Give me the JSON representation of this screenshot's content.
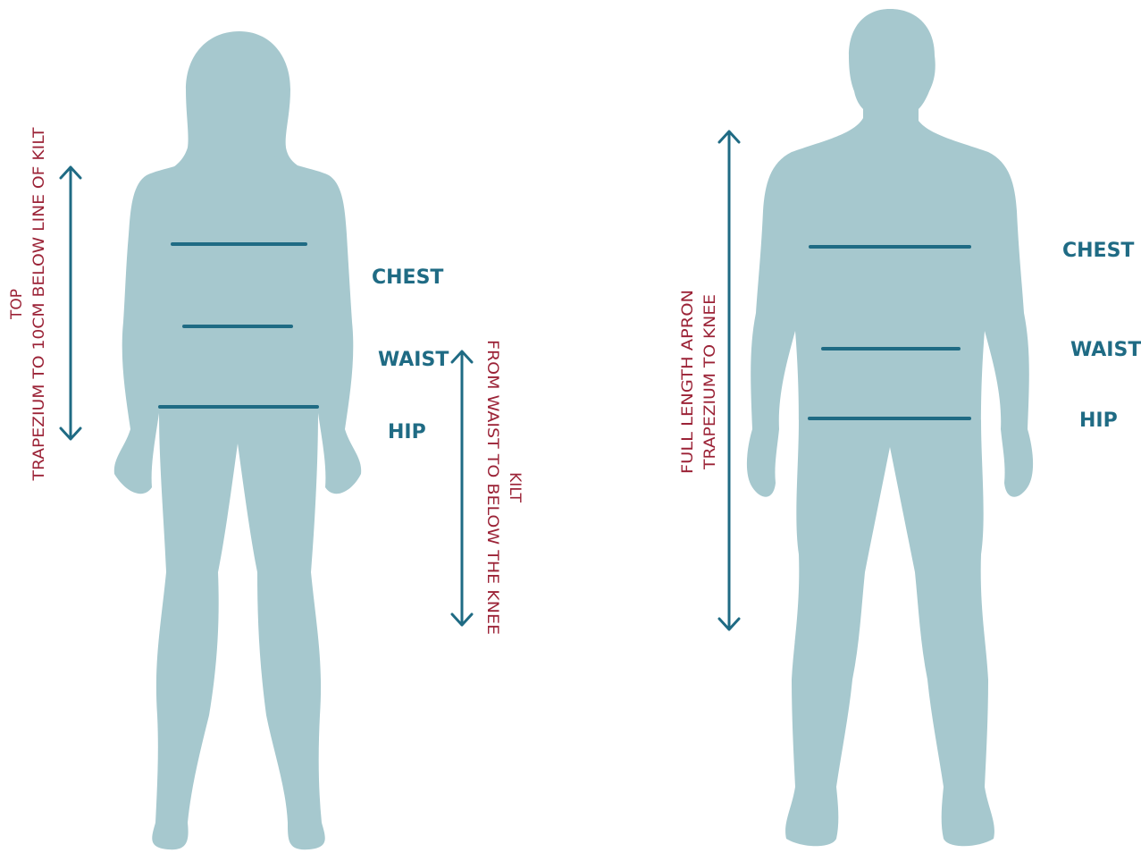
{
  "colors": {
    "silhouette": "#a6c8ce",
    "measure": "#1f6b84",
    "note": "#9b2236"
  },
  "woman": {
    "chest_label": "CHEST",
    "waist_label": "WAIST",
    "hip_label": "HIP",
    "top_note": {
      "line1": "TOP",
      "line2": "TRAPEZIUM TO 10CM BELOW LINE OF KILT"
    },
    "kilt_note": {
      "line1": "KILT",
      "line2": "FROM WAIST TO BELOW THE KNEE"
    }
  },
  "man": {
    "chest_label": "CHEST",
    "waist_label": "WAIST",
    "hip_label": "HIP",
    "apron_note": {
      "line1": "FULL LENGTH APRON",
      "line2": "TRAPEZIUM TO KNEE"
    }
  }
}
